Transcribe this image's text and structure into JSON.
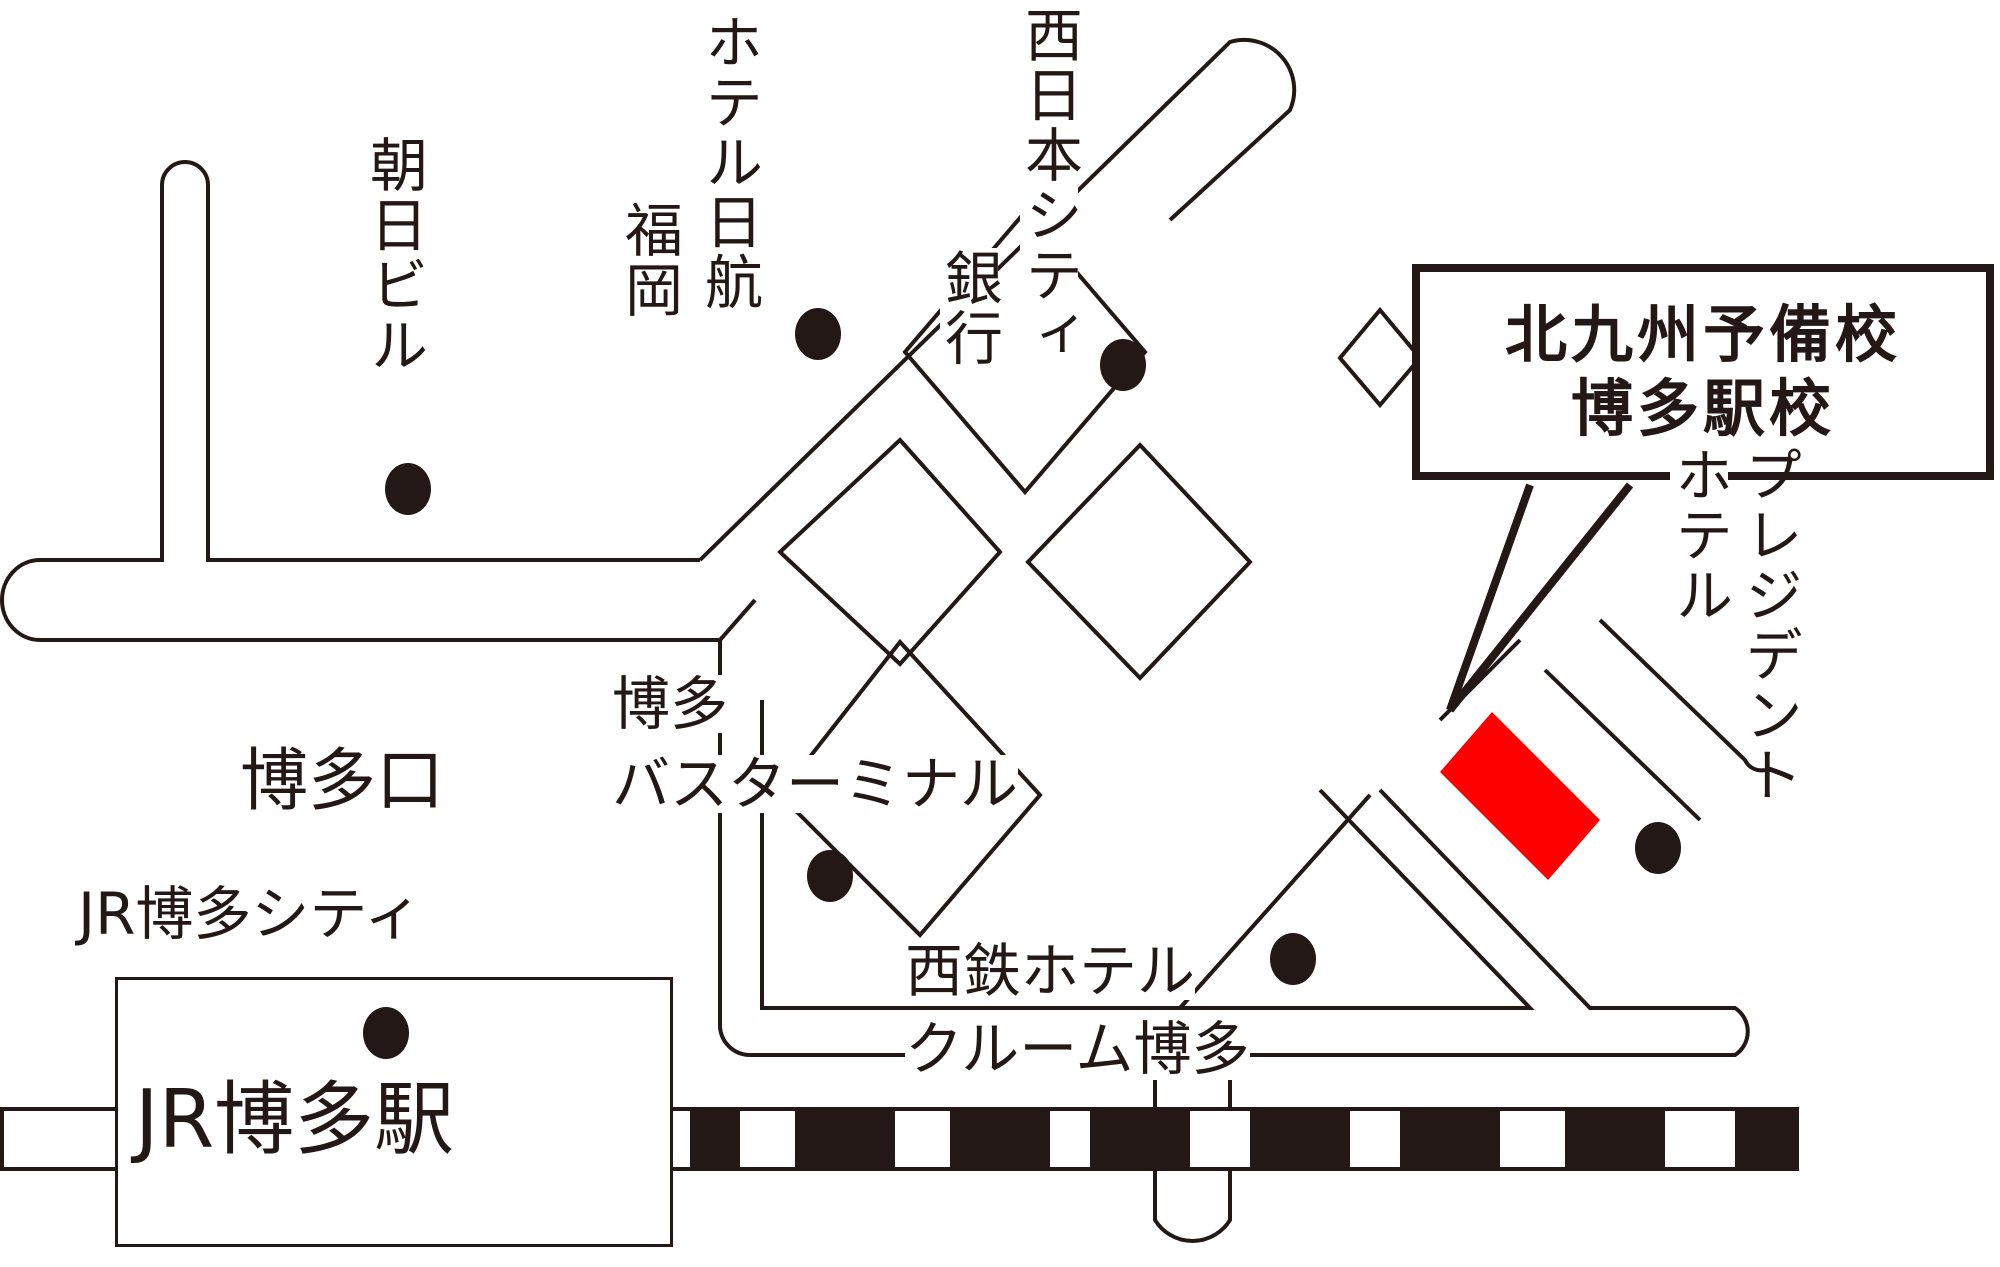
{
  "colors": {
    "line": "#231815",
    "destination": "#ff0000",
    "background": "#ffffff"
  },
  "destination": {
    "line1": "北九州予備校",
    "line2": "博多駅校",
    "marker_color": "#ff0000"
  },
  "station": {
    "name": "JR博多駅"
  },
  "areas": {
    "hakata_exit": "博多口"
  },
  "landmarks": {
    "asahi_building": "朝日ビル",
    "hotel_nikko_line1": "ホテル日航",
    "hotel_nikko_line2": "福岡",
    "nishinippon_bank_line1": "西日本シティ",
    "nishinippon_bank_line2": "銀行",
    "bus_terminal_line1": "博多",
    "bus_terminal_line2": "バスターミナル",
    "jr_hakata_city": "JR博多シティ",
    "nishitetsu_hotel_line1": "西鉄ホテル",
    "nishitetsu_hotel_line2": "クルーム博多",
    "president_hotel_line1": "プレジデント",
    "president_hotel_line2": "ホテル"
  }
}
